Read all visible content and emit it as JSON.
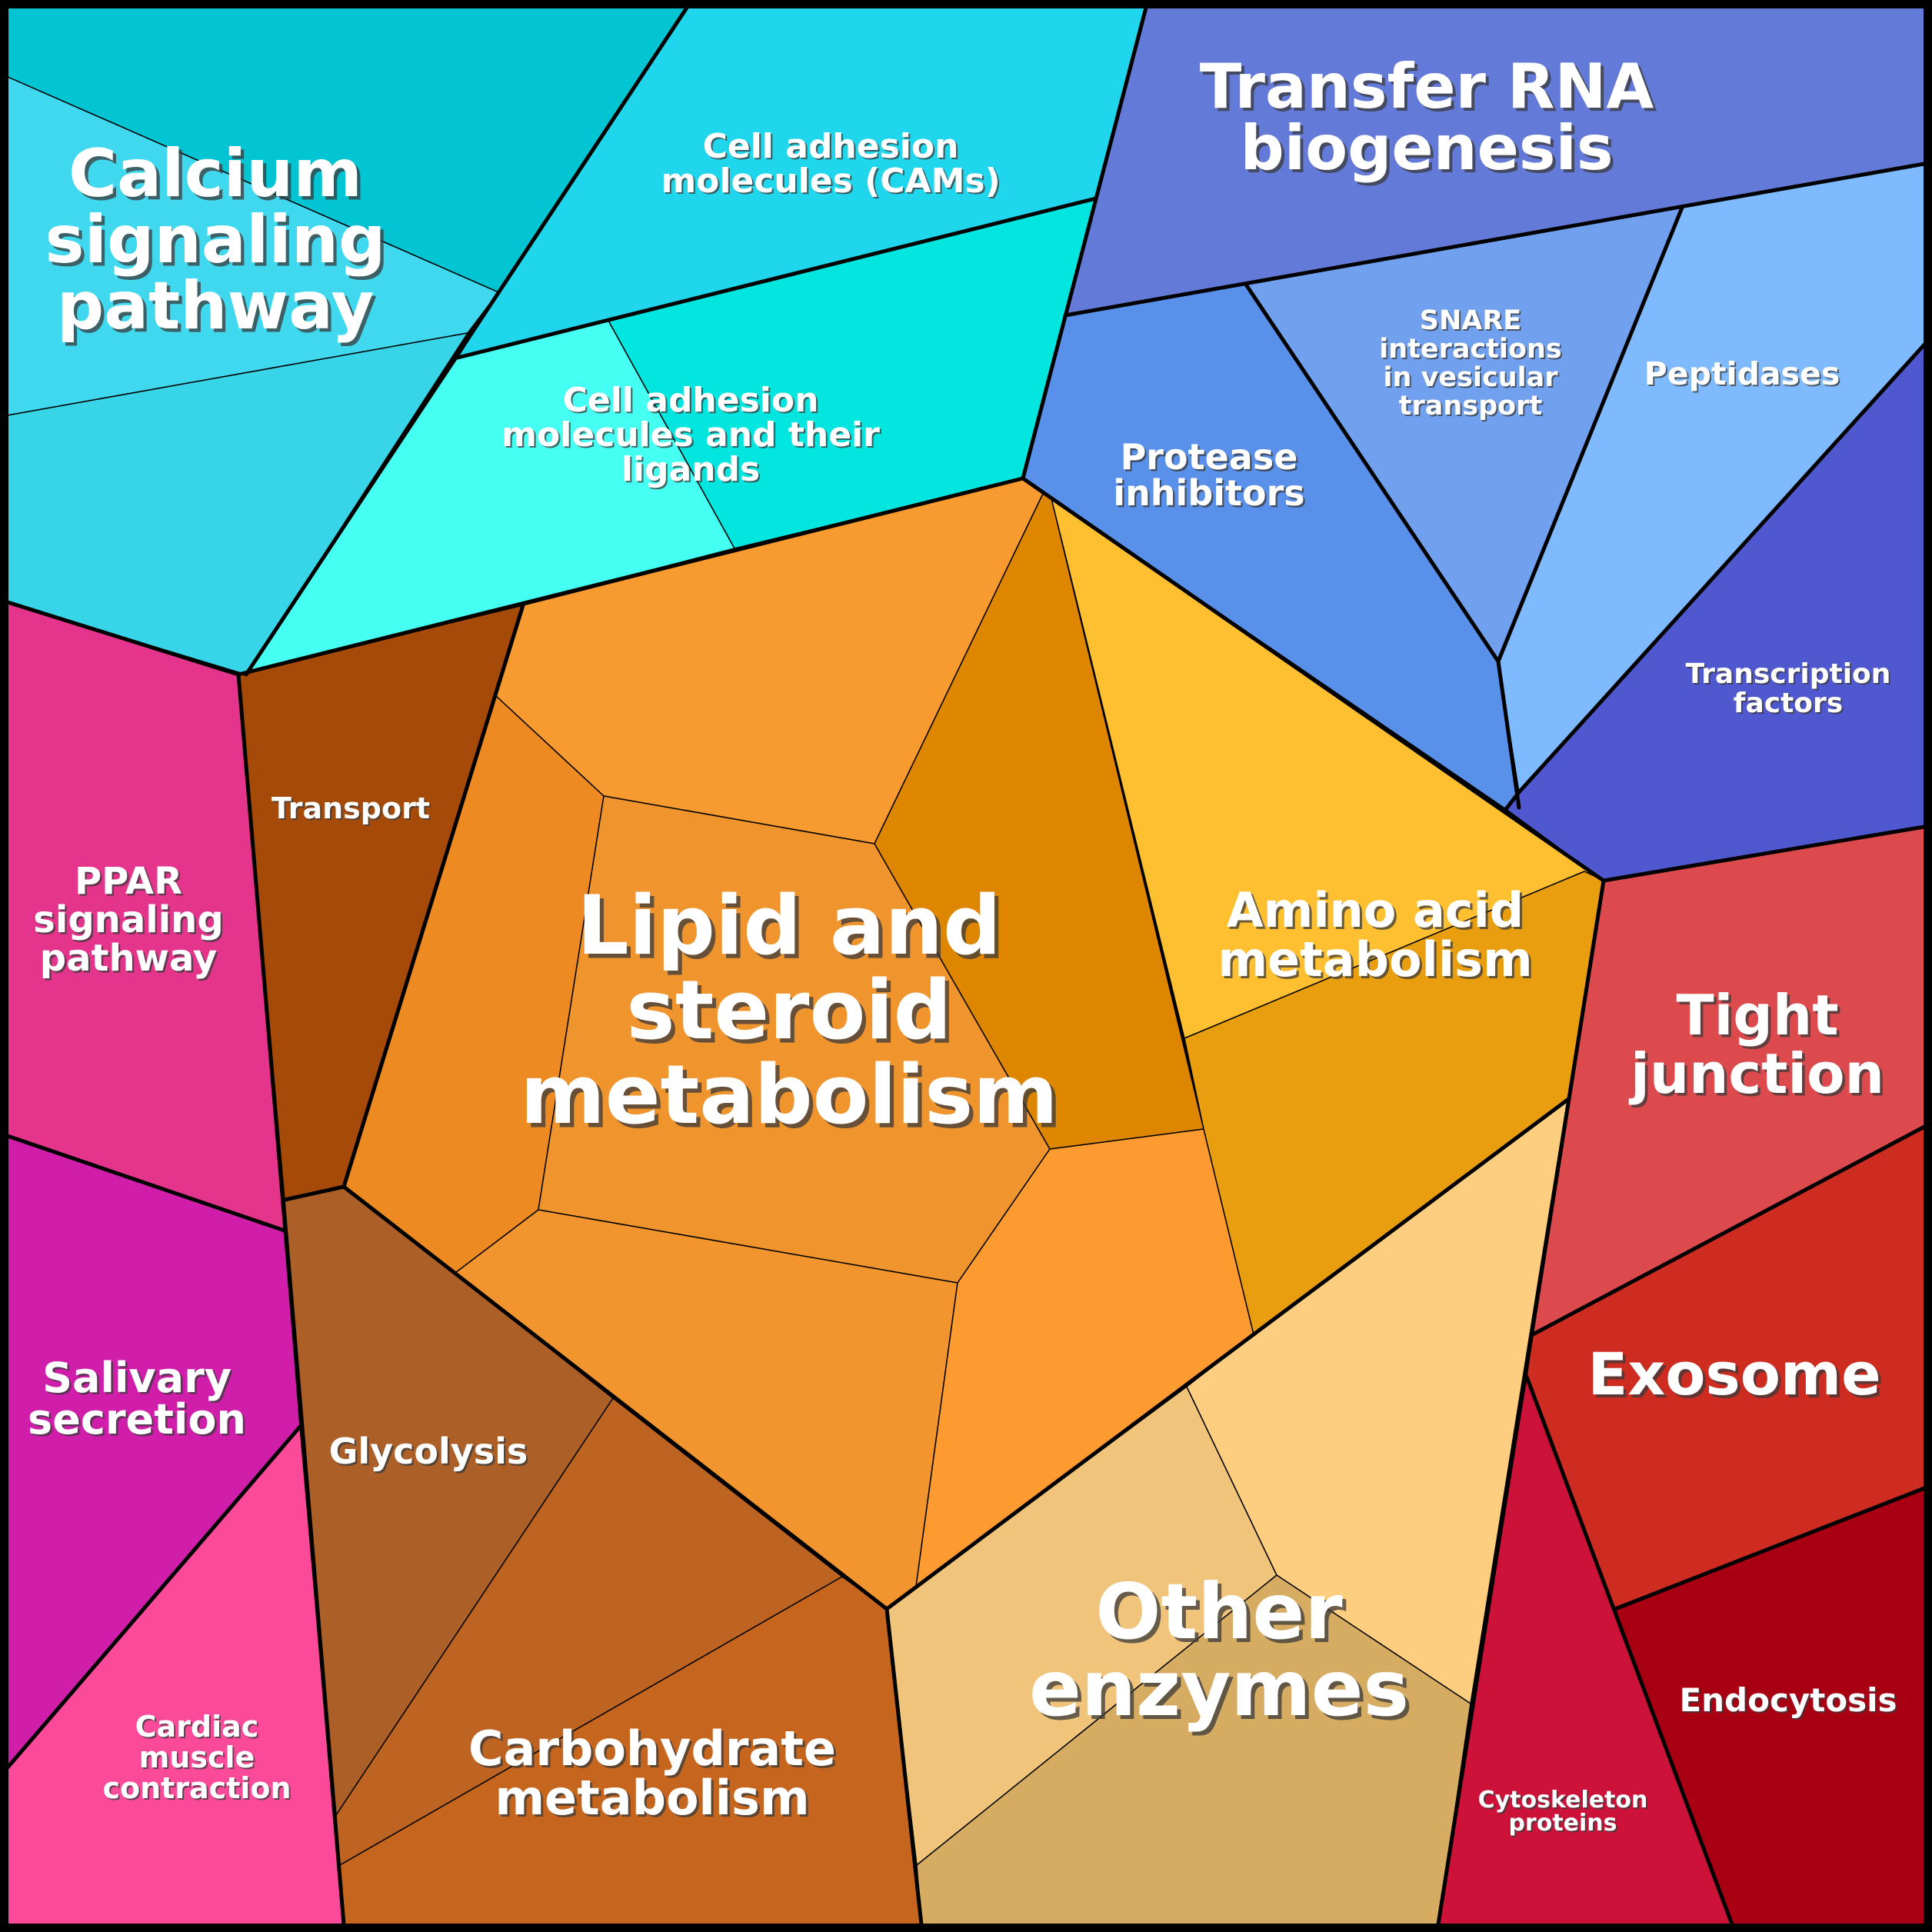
{
  "chart_data": {
    "type": "voronoi-treemap",
    "title": "",
    "groups": [
      {
        "name": "Cyan group",
        "cells": [
          {
            "id": "calcium-signaling-pathway",
            "label": "Calcium signaling pathway",
            "label_lines": [
              "Calcium",
              "signaling",
              "pathway"
            ],
            "color": "#3DD8EC",
            "subcell_colors": [
              "#02C4D2",
              "#40D8EE",
              "#38D4E8"
            ]
          },
          {
            "id": "cell-adhesion-molecules-cams",
            "label": "Cell adhesion molecules (CAMs)",
            "label_lines": [
              "Cell adhesion",
              "molecules (CAMs)"
            ],
            "color": "#1FD6EC"
          },
          {
            "id": "cell-adhesion-molecules-and-their-ligands",
            "label": "Cell adhesion molecules and their ligands",
            "label_lines": [
              "Cell adhesion",
              "molecules and their",
              "ligands"
            ],
            "color": "#45FFF3",
            "subcell_colors": [
              "#45FFF3",
              "#02E6DF"
            ]
          }
        ]
      },
      {
        "name": "Blue group",
        "cells": [
          {
            "id": "transfer-rna-biogenesis",
            "label": "Transfer RNA biogenesis",
            "label_lines": [
              "Transfer RNA",
              "biogenesis"
            ],
            "color": "#647AD8"
          },
          {
            "id": "protease-inhibitors",
            "label": "Protease inhibitors",
            "label_lines": [
              "Protease",
              "inhibitors"
            ],
            "color": "#5890EA"
          },
          {
            "id": "snare-interactions-in-vesicular-transport",
            "label": "SNARE interactions in vesicular transport",
            "label_lines": [
              "SNARE",
              "interactions",
              "in vesicular",
              "transport"
            ],
            "color": "#70A0EE"
          },
          {
            "id": "peptidases",
            "label": "Peptidases",
            "label_lines": [
              "Peptidases"
            ],
            "color": "#7EBAFD"
          },
          {
            "id": "transcription-factors",
            "label": "Transcription factors",
            "label_lines": [
              "Transcription",
              "factors"
            ],
            "color": "#5058D0"
          }
        ]
      },
      {
        "name": "Red group",
        "cells": [
          {
            "id": "tight-junction",
            "label": "Tight junction",
            "label_lines": [
              "Tight",
              "junction"
            ],
            "color": "#DC4A4E"
          },
          {
            "id": "exosome",
            "label": "Exosome",
            "label_lines": [
              "Exosome"
            ],
            "color": "#CE2C20"
          },
          {
            "id": "endocytosis",
            "label": "Endocytosis",
            "label_lines": [
              "Endocytosis"
            ],
            "color": "#A80012"
          },
          {
            "id": "cytoskeleton-proteins",
            "label": "Cytoskeleton proteins",
            "label_lines": [
              "Cytoskeleton",
              "proteins"
            ],
            "color": "#CC1238"
          }
        ]
      },
      {
        "name": "Magenta group",
        "cells": [
          {
            "id": "ppar-signaling-pathway",
            "label": "PPAR signaling pathway",
            "label_lines": [
              "PPAR",
              "signaling",
              "pathway"
            ],
            "color": "#E4348C"
          },
          {
            "id": "salivary-secretion",
            "label": "Salivary secretion",
            "label_lines": [
              "Salivary",
              "secretion"
            ],
            "color": "#D01EAA"
          },
          {
            "id": "cardiac-muscle-contraction",
            "label": "Cardiac muscle contraction",
            "label_lines": [
              "Cardiac",
              "muscle",
              "contraction"
            ],
            "color": "#FC4A9A"
          }
        ]
      },
      {
        "name": "Orange group",
        "cells": [
          {
            "id": "lipid-and-steroid-metabolism",
            "label": "Lipid and steroid metabolism",
            "label_lines": [
              "Lipid and",
              "steroid",
              "metabolism"
            ],
            "color": "#F0952E",
            "subcell_colors": [
              "#F79A30",
              "#EE8A22",
              "#F0952E",
              "#DE8600",
              "#F2952E",
              "#FD9A30"
            ]
          },
          {
            "id": "amino-acid-metabolism",
            "label": "Amino acid metabolism",
            "label_lines": [
              "Amino acid",
              "metabolism"
            ],
            "color": "#FEC030",
            "subcell_colors": [
              "#FEC030",
              "#E89E0E"
            ]
          },
          {
            "id": "transport",
            "label": "Transport",
            "label_lines": [
              "Transport"
            ],
            "color": "#A64A0A"
          },
          {
            "id": "glycolysis",
            "label": "Glycolysis",
            "label_lines": [
              "Glycolysis"
            ],
            "color": "#AC6028"
          },
          {
            "id": "carbohydrate-metabolism",
            "label": "Carbohydrate metabolism",
            "label_lines": [
              "Carbohydrate",
              "metabolism"
            ],
            "color": "#C4661E",
            "subcell_colors": [
              "#BE6422",
              "#C6661E"
            ]
          },
          {
            "id": "other-enzymes",
            "label": "Other enzymes",
            "label_lines": [
              "Other",
              "enzymes"
            ],
            "color": "#F0C47A",
            "subcell_colors": [
              "#F0C47A",
              "#FECE80",
              "#D6AC62"
            ]
          }
        ]
      }
    ]
  }
}
